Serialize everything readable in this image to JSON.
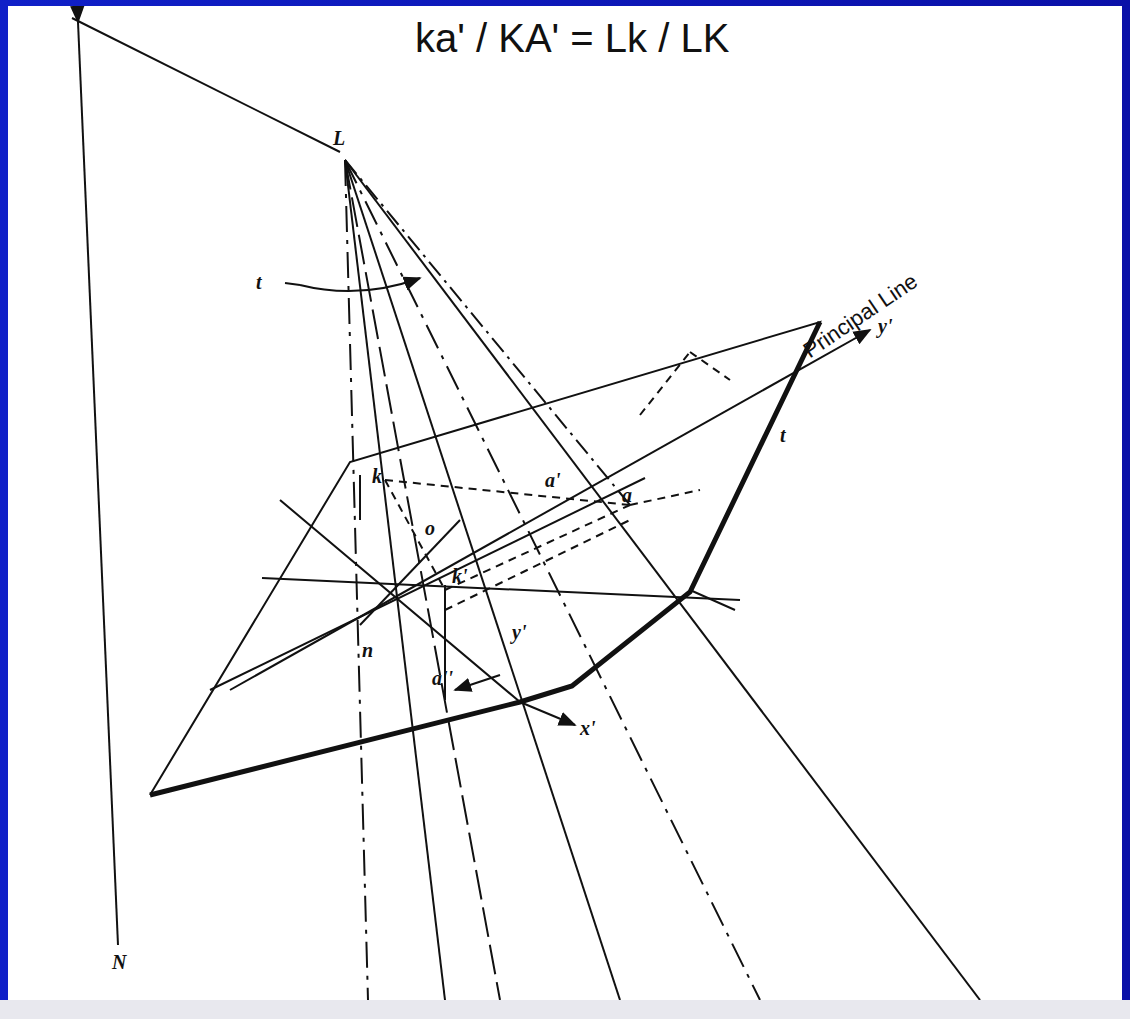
{
  "diagram": {
    "title": "ka' / KA' = Lk / LK",
    "labels": [
      "L",
      "t",
      "y'",
      "Principal Line",
      "t",
      "k",
      "o",
      "a'",
      "a",
      "k'",
      "y'",
      "n",
      "a''",
      "x'",
      "N"
    ]
  }
}
